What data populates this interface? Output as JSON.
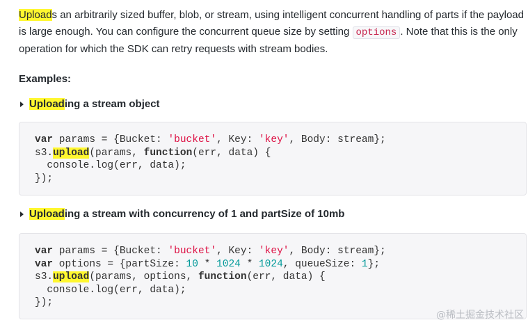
{
  "intro": {
    "highlight": "Upload",
    "text_1": "s an arbitrarily sized buffer, blob, or stream, using intelligent concurrent handling of parts if the payload is large enough. You can configure the concurrent queue size by setting ",
    "inline_code": "options",
    "text_2": ". Note that this is the only operation for which the SDK can retry requests with stream bodies."
  },
  "examples_heading": "Examples:",
  "examples": [
    {
      "title_highlight": "Upload",
      "title_rest": "ing a stream object",
      "code": {
        "l1_kw": "var",
        "l1_a": " params = {Bucket: ",
        "l1_s1": "'bucket'",
        "l1_b": ", Key: ",
        "l1_s2": "'key'",
        "l1_c": ", Body: stream};",
        "l2_a": "s3.",
        "l2_fn": "upload",
        "l2_b": "(params, ",
        "l2_kw": "function",
        "l2_c": "(err, data) {",
        "l3": "  console.log(err, data);",
        "l4": "});"
      }
    },
    {
      "title_highlight": "Upload",
      "title_rest": "ing a stream with concurrency of 1 and partSize of 10mb",
      "code": {
        "l1_kw": "var",
        "l1_a": " params = {Bucket: ",
        "l1_s1": "'bucket'",
        "l1_b": ", Key: ",
        "l1_s2": "'key'",
        "l1_c": ", Body: stream};",
        "l2_kw": "var",
        "l2_a": " options = {partSize: ",
        "l2_n1": "10",
        "l2_op1": " * ",
        "l2_n2": "1024",
        "l2_op2": " * ",
        "l2_n3": "1024",
        "l2_b": ", queueSize: ",
        "l2_n4": "1",
        "l2_c": "};",
        "l3_a": "s3.",
        "l3_fn": "upload",
        "l3_b": "(params, options, ",
        "l3_kw": "function",
        "l3_c": "(err, data) {",
        "l4": "  console.log(err, data);",
        "l5": "});"
      }
    }
  ],
  "watermark": "@稀土掘金技术社区"
}
